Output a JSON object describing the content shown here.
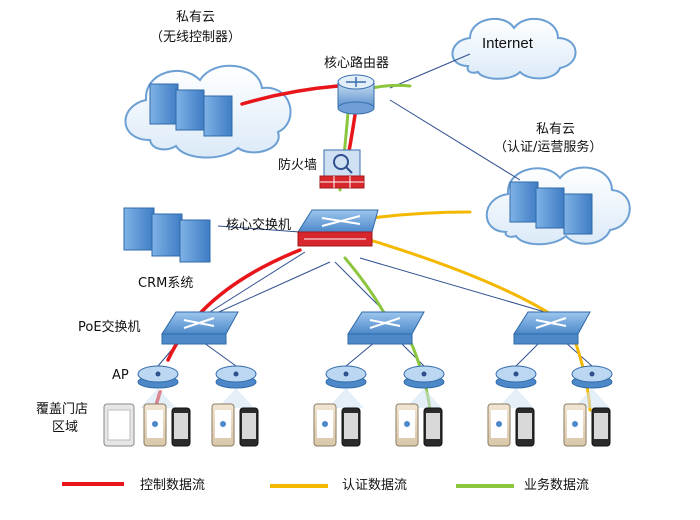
{
  "labels": {
    "private_cloud_1_title": "私有云",
    "private_cloud_1_sub": "（无线控制器）",
    "core_router": "核心路由器",
    "internet": "Internet",
    "private_cloud_2_title": "私有云",
    "private_cloud_2_sub": "（认证/运营服务）",
    "firewall": "防火墙",
    "core_switch": "核心交换机",
    "crm": "CRM系统",
    "poe_switch": "PoE交换机",
    "ap": "AP",
    "coverage_1": "覆盖门店",
    "coverage_2": "区域"
  },
  "legend": [
    {
      "label": "控制数据流",
      "color": "#e8161b"
    },
    {
      "label": "认证数据流",
      "color": "#f5b800"
    },
    {
      "label": "业务数据流",
      "color": "#8cc63f"
    }
  ],
  "colors": {
    "control": "#e8161b",
    "auth": "#f5b800",
    "business": "#8cc63f",
    "link": "#2f4f8f",
    "device_blue": "#6fa3dc",
    "firewall_red": "#d7262c"
  },
  "icons": [
    "cloud-icon",
    "server-icon",
    "router-icon",
    "firewall-icon",
    "switch-icon",
    "access-point-icon",
    "phone-icon",
    "tablet-icon"
  ]
}
